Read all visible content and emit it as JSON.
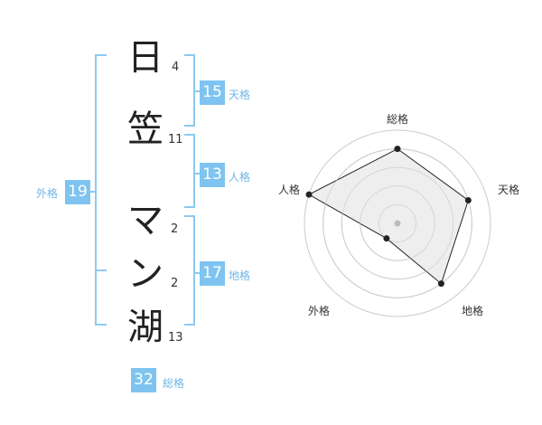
{
  "name": {
    "chars": [
      {
        "char": "日",
        "strokes": "4"
      },
      {
        "char": "笠",
        "strokes": "11"
      },
      {
        "char": "マ",
        "strokes": "2"
      },
      {
        "char": "ン",
        "strokes": "2"
      },
      {
        "char": "湖",
        "strokes": "13"
      }
    ]
  },
  "kaku": {
    "tenkaku": {
      "value": "15",
      "label": "天格"
    },
    "jinkaku": {
      "value": "13",
      "label": "人格"
    },
    "chikaku": {
      "value": "17",
      "label": "地格"
    },
    "gaikaku": {
      "value": "19",
      "label": "外格"
    },
    "soukaku": {
      "value": "32",
      "label": "総格"
    }
  },
  "chart_data": {
    "type": "radar",
    "axes": [
      "総格",
      "天格",
      "地格",
      "外格",
      "人格"
    ],
    "max": 5,
    "rings": 5,
    "values": [
      4,
      4,
      4,
      1,
      5
    ],
    "colors": {
      "fill": "#ebebeb",
      "stroke": "#222222",
      "grid": "#cccccc",
      "point": "#222222",
      "center": "#bbbbbb"
    }
  }
}
